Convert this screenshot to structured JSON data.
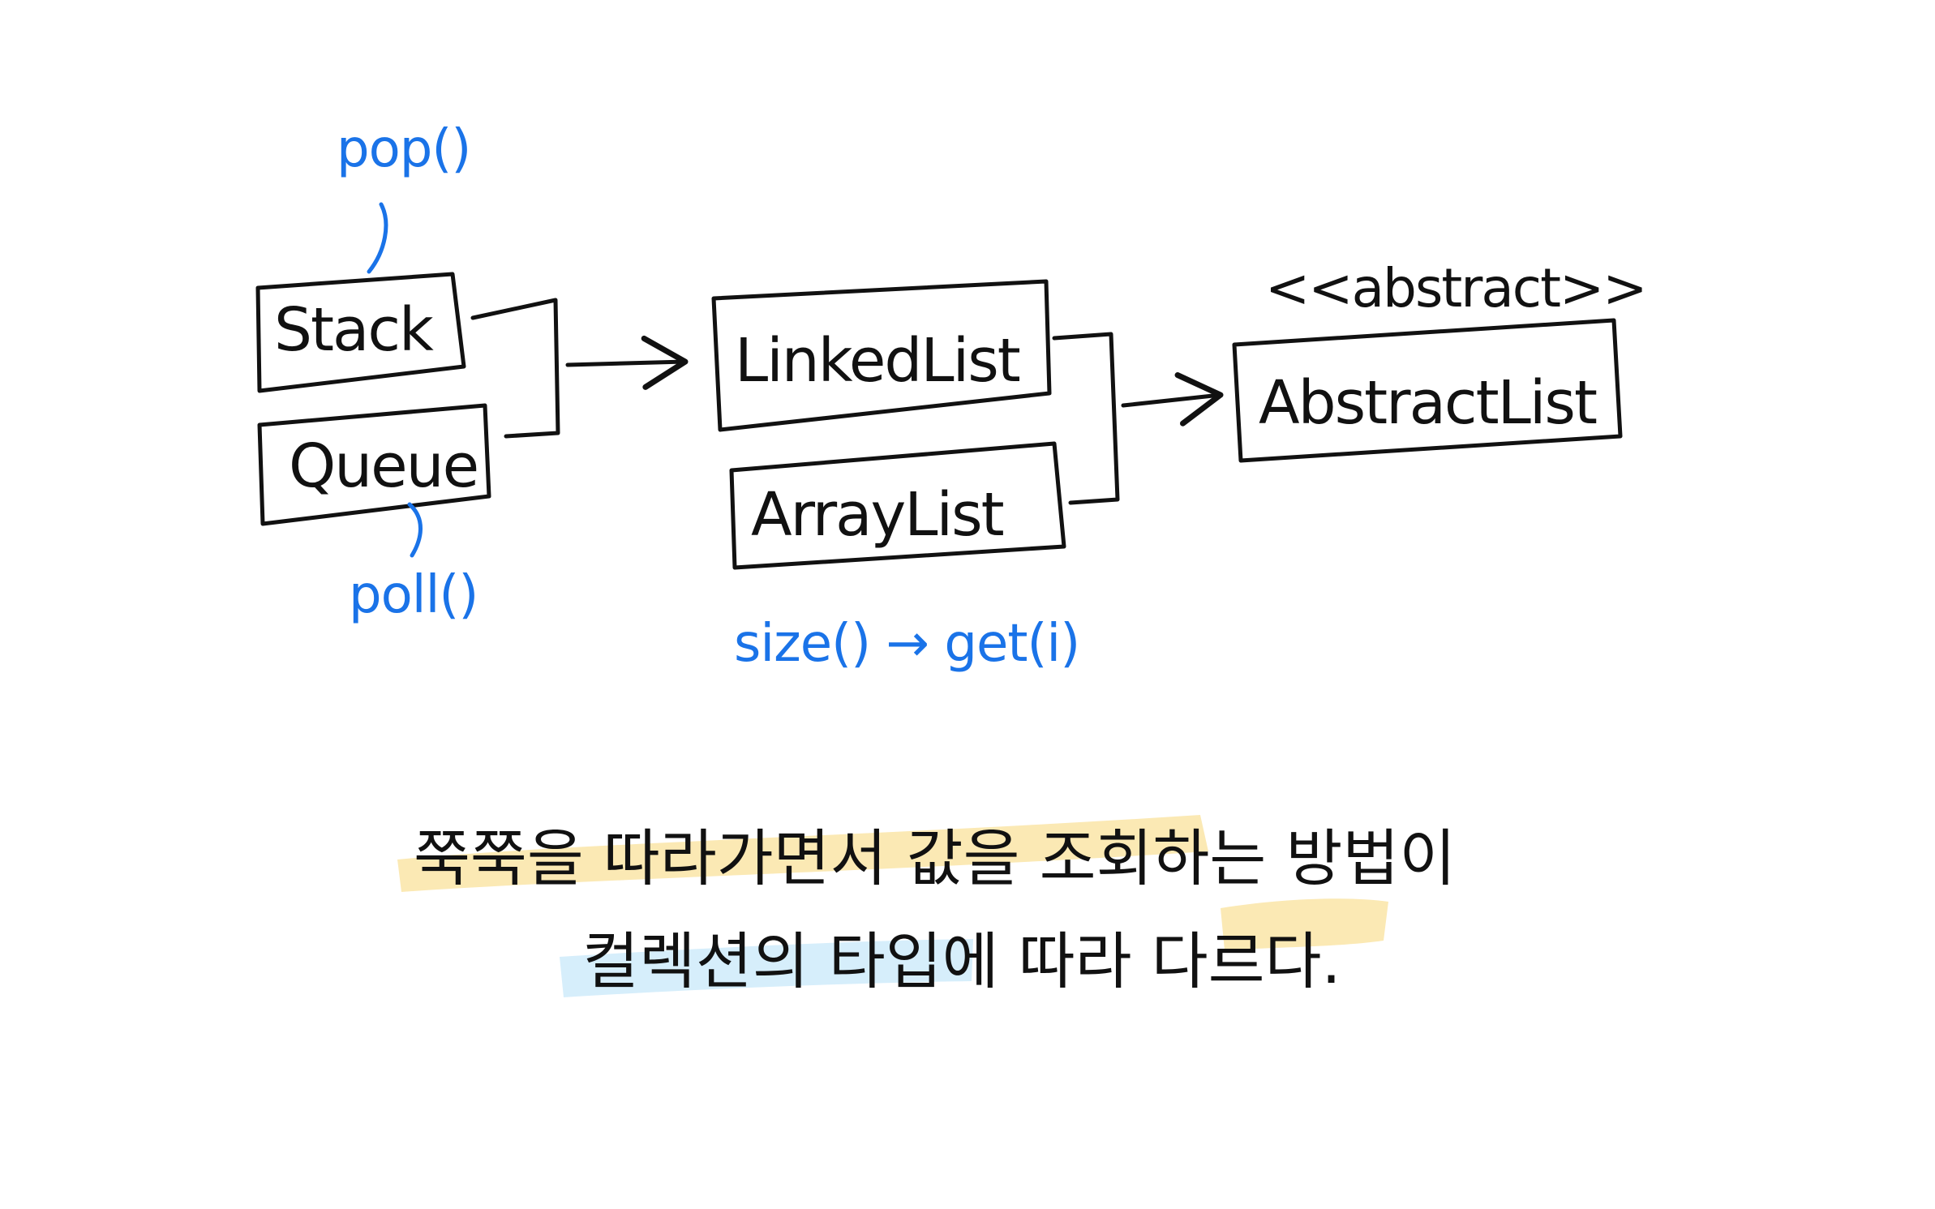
{
  "colors": {
    "ink": "#111111",
    "annotation_blue": "#1a73e8",
    "highlight_yellow": "#fbe9b4",
    "highlight_blue": "#d6eefb"
  },
  "nodes": {
    "stack": "Stack",
    "queue": "Queue",
    "linked_list": "LinkedList",
    "array_list": "ArrayList",
    "abstract_list": "AbstractList",
    "abstract_stereotype": "<<abstract>>"
  },
  "annotations": {
    "pop": "pop()",
    "poll": "poll()",
    "size_get": "size() → get(i)"
  },
  "note": {
    "line1": "쭉쭉을 따라가면서 값을 조회하는 방법이",
    "line2": "컬렉션의 타입에 따라 다르다."
  }
}
